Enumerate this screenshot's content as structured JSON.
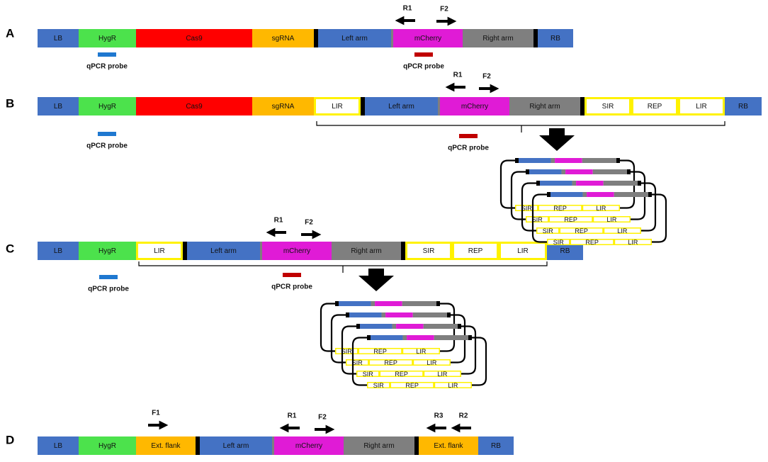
{
  "colors": {
    "LB": "#4472C4",
    "HygR": "#4CE24C",
    "Cas9": "#FF0000",
    "sgRNA": "#FFB800",
    "arm": "#4472C4",
    "mCherry": "#E01BD6",
    "rightarm": "#7F7F7F",
    "RB": "#4472C4",
    "yellow": "#FFF200",
    "white": "#FFFFFF",
    "black": "#000000",
    "probe_blue": "#1F78D0",
    "probe_red": "#C00000",
    "flank": "#FFB800"
  },
  "labels": {
    "LB": "LB",
    "HygR": "HygR",
    "Cas9": "Cas9",
    "sgRNA": "sgRNA",
    "left_arm": "Left arm",
    "mCherry": "mCherry",
    "right_arm": "Right arm",
    "RB": "RB",
    "LIR": "LIR",
    "SIR": "SIR",
    "REP": "REP",
    "ext_flank": "Ext. flank",
    "qpcr_probe": "qPCR probe",
    "F1": "F1",
    "F2": "F2",
    "R1": "R1",
    "R2": "R2",
    "R3": "R3"
  },
  "panels": [
    {
      "letter": "A"
    },
    {
      "letter": "B"
    },
    {
      "letter": "C"
    },
    {
      "letter": "D"
    }
  ]
}
